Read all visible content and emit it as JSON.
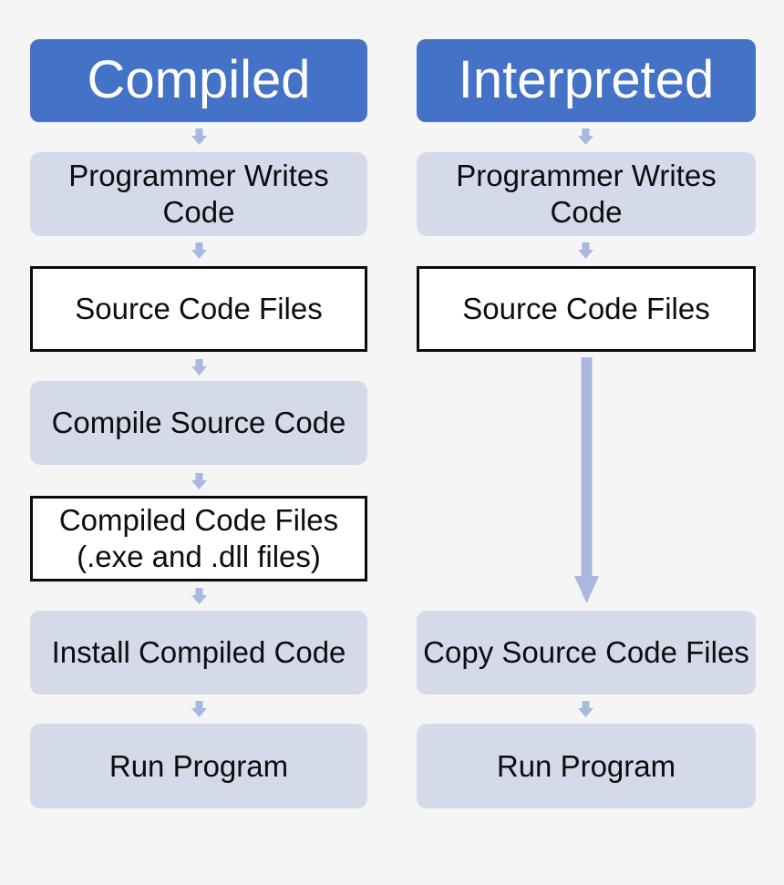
{
  "colors": {
    "background": "#f5f5f6",
    "header_fill": "#4472c6",
    "header_text": "#ffffff",
    "process_fill": "#d5daea",
    "file_fill": "#ffffff",
    "file_border": "#0b0b0b",
    "body_text": "#0d0d0d",
    "arrow": "#a9b8de"
  },
  "compiled": {
    "header": "Compiled",
    "steps": {
      "programmer_writes_code": {
        "lines": [
          "Programmer Writes",
          "Code"
        ]
      },
      "source_code_files": {
        "lines": [
          "Source Code Files"
        ]
      },
      "compile_source_code": {
        "lines": [
          "Compile Source Code"
        ]
      },
      "compiled_code_files": {
        "lines": [
          "Compiled Code Files",
          "(.exe and .dll files)"
        ]
      },
      "install_compiled_code": {
        "lines": [
          "Install Compiled Code"
        ]
      },
      "run_program": {
        "lines": [
          "Run Program"
        ]
      }
    }
  },
  "interpreted": {
    "header": "Interpreted",
    "steps": {
      "programmer_writes_code": {
        "lines": [
          "Programmer Writes",
          "Code"
        ]
      },
      "source_code_files": {
        "lines": [
          "Source Code Files"
        ]
      },
      "copy_source_code_files": {
        "lines": [
          "Copy Source Code Files"
        ]
      },
      "run_program": {
        "lines": [
          "Run Program"
        ]
      }
    }
  }
}
